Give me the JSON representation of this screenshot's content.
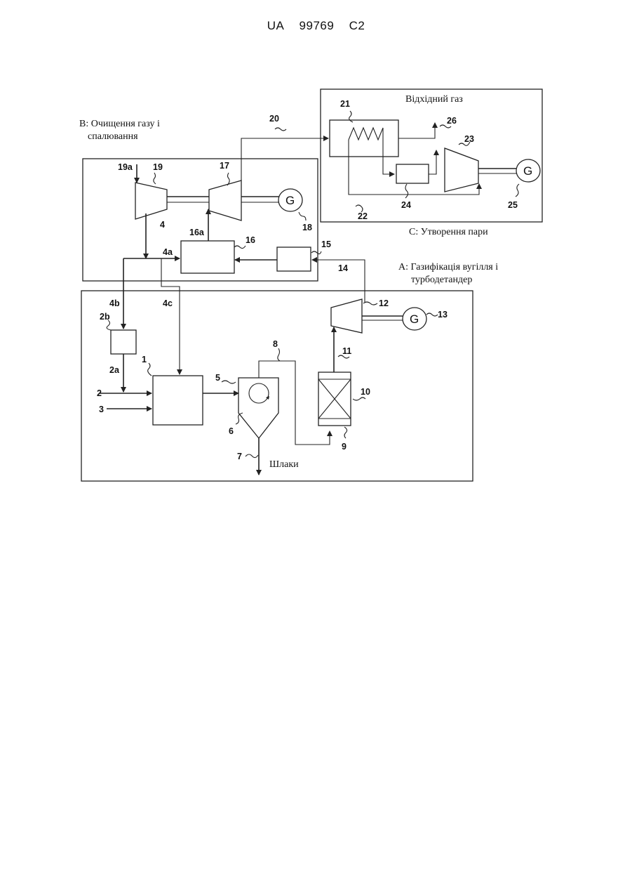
{
  "header": {
    "country": "UA",
    "number": "99769",
    "kind": "C2"
  },
  "sections": {
    "b_line1": "B: Очищення газу і",
    "b_line2": "спалювання",
    "a_line1": "A: Газифікація вугілля і",
    "a_line2": "турбодетандер",
    "c": "C: Утворення пари",
    "exhaust": "Відхідний газ",
    "slag": "Шлаки"
  },
  "generator_label": "G",
  "refs": {
    "r1": "1",
    "r2": "2",
    "r2a": "2a",
    "r2b": "2b",
    "r3": "3",
    "r4": "4",
    "r4a": "4a",
    "r4b": "4b",
    "r4c": "4c",
    "r5": "5",
    "r6": "6",
    "r7": "7",
    "r8": "8",
    "r9": "9",
    "r10": "10",
    "r11": "11",
    "r12": "12",
    "r13": "13",
    "r14": "14",
    "r15": "15",
    "r16": "16",
    "r16a": "16a",
    "r17": "17",
    "r18": "18",
    "r19": "19",
    "r19a": "19a",
    "r20": "20",
    "r21": "21",
    "r22": "22",
    "r23": "23",
    "r24": "24",
    "r25": "25",
    "r26": "26"
  }
}
